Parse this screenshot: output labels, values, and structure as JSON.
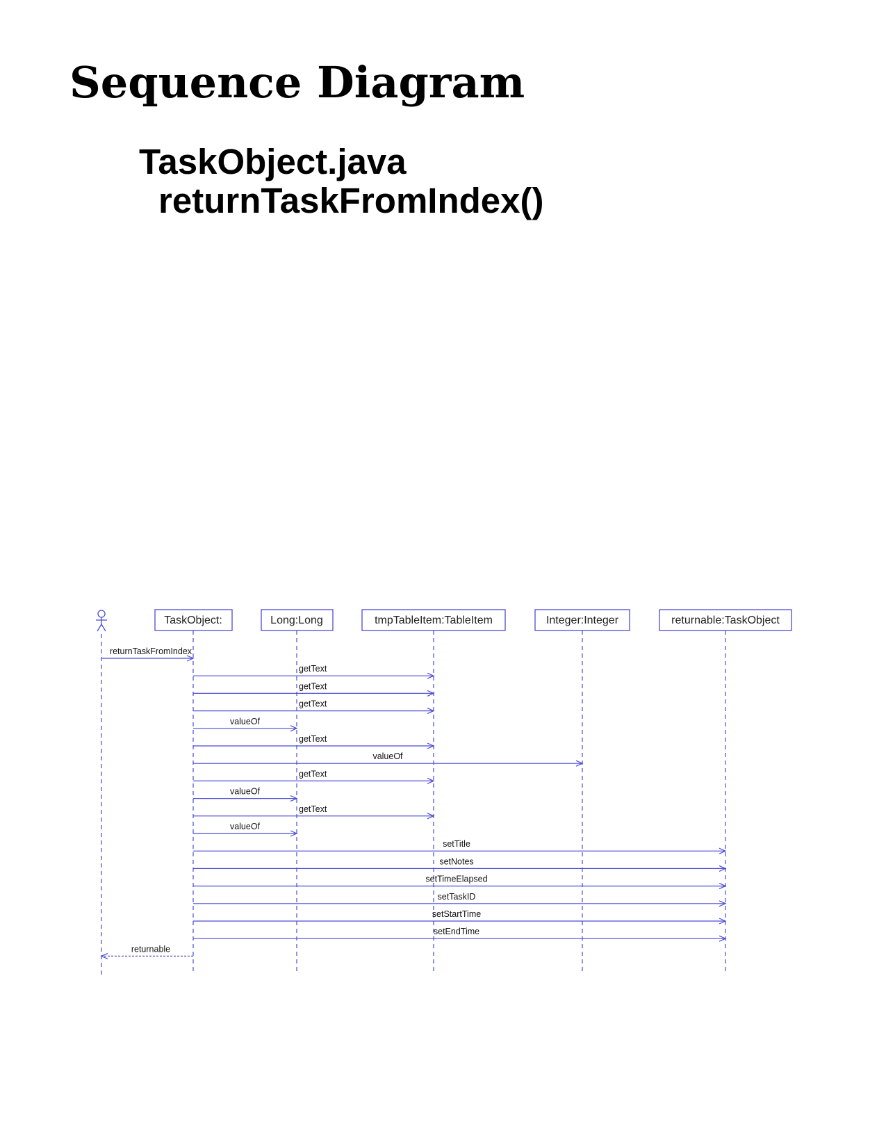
{
  "title": "Sequence Diagram",
  "file": "TaskObject.java",
  "method": "returnTaskFromIndex()",
  "diagram": {
    "color": "#4b4bd6",
    "actor_icon": "actor-stick-figure-icon",
    "lifelines": [
      "TaskObject:",
      "Long:Long",
      "tmpTableItem:TableItem",
      "Integer:Integer",
      "returnable:TaskObject"
    ],
    "messages": [
      {
        "label": "returnTaskFromIndex",
        "from": "actor",
        "to": "TaskObject:"
      },
      {
        "label": "getText",
        "from": "TaskObject:",
        "to": "tmpTableItem:TableItem"
      },
      {
        "label": "getText",
        "from": "TaskObject:",
        "to": "tmpTableItem:TableItem"
      },
      {
        "label": "getText",
        "from": "TaskObject:",
        "to": "tmpTableItem:TableItem"
      },
      {
        "label": "valueOf",
        "from": "TaskObject:",
        "to": "Long:Long"
      },
      {
        "label": "getText",
        "from": "TaskObject:",
        "to": "tmpTableItem:TableItem"
      },
      {
        "label": "valueOf",
        "from": "TaskObject:",
        "to": "Integer:Integer"
      },
      {
        "label": "getText",
        "from": "TaskObject:",
        "to": "tmpTableItem:TableItem"
      },
      {
        "label": "valueOf",
        "from": "TaskObject:",
        "to": "Long:Long"
      },
      {
        "label": "getText",
        "from": "TaskObject:",
        "to": "tmpTableItem:TableItem"
      },
      {
        "label": "valueOf",
        "from": "TaskObject:",
        "to": "Long:Long"
      },
      {
        "label": "setTitle",
        "from": "TaskObject:",
        "to": "returnable:TaskObject"
      },
      {
        "label": "setNotes",
        "from": "TaskObject:",
        "to": "returnable:TaskObject"
      },
      {
        "label": "setTimeElapsed",
        "from": "TaskObject:",
        "to": "returnable:TaskObject"
      },
      {
        "label": "setTaskID",
        "from": "TaskObject:",
        "to": "returnable:TaskObject"
      },
      {
        "label": "setStartTime",
        "from": "TaskObject:",
        "to": "returnable:TaskObject"
      },
      {
        "label": "setEndTime",
        "from": "TaskObject:",
        "to": "returnable:TaskObject"
      },
      {
        "label": "returnable",
        "from": "TaskObject:",
        "to": "actor",
        "return": true
      }
    ]
  }
}
